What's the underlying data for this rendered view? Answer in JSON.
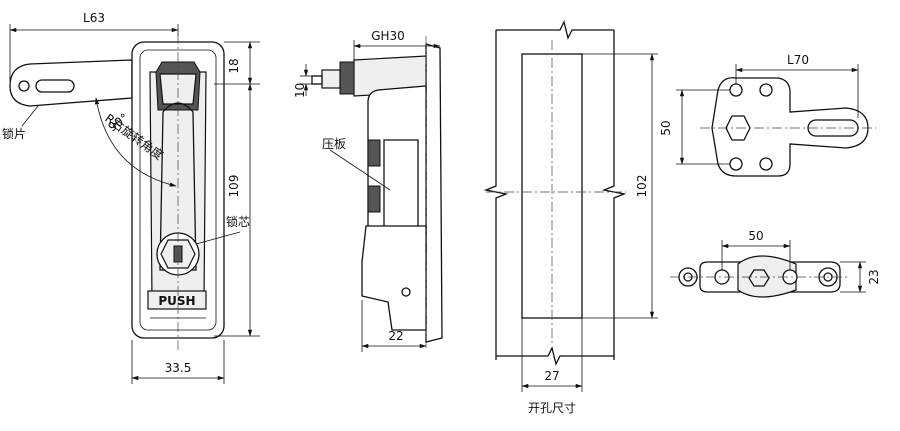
{
  "front_view": {
    "dim_width_top": "L63",
    "dim_top_offset": "18",
    "dim_height": "109",
    "dim_width_bottom": "33.5",
    "label_latch": "锁片",
    "label_rotation": "R右旋转角度",
    "label_angle": "90°",
    "label_lock_core": "锁芯",
    "push_label": "PUSH"
  },
  "side_view": {
    "dim_grip": "GH30",
    "dim_bolt": "10",
    "label_plate": "压板",
    "dim_depth": "22"
  },
  "cutout_view": {
    "dim_height": "102",
    "dim_width": "27",
    "caption": "开孔尺寸"
  },
  "latch_top_view": {
    "dim_length": "L70",
    "dim_height": "50"
  },
  "latch_plate_view": {
    "dim_length": "50",
    "dim_height": "23"
  }
}
